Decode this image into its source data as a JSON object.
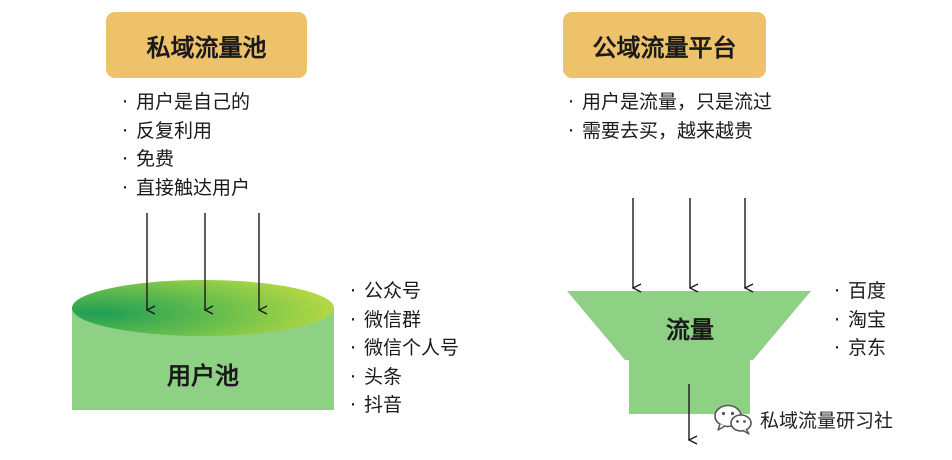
{
  "private_pool": {
    "title": "私域流量池",
    "bullet_marker": "·",
    "features": [
      "用户是自己的",
      "反复利用",
      "免费",
      "直接触达用户"
    ],
    "pool_label": "用户池",
    "channels": [
      "公众号",
      "微信群",
      "微信个人号",
      "头条",
      "抖音"
    ]
  },
  "public_platform": {
    "title": "公域流量平台",
    "bullet_marker": "·",
    "features": [
      "用户是流量，只是流过",
      "需要去买，越来越贵"
    ],
    "funnel_label": "流量",
    "channels": [
      "百度",
      "淘宝",
      "京东"
    ]
  },
  "watermark": {
    "text": "私域流量研习社",
    "icon": "wechat-icon"
  },
  "colors": {
    "title_box": "#eec26a",
    "pool_body": "#8ed084",
    "pool_top_dark": "#2ea651",
    "pool_top_light": "#a8d64b",
    "funnel": "#8ed084",
    "arrow": "#1a1a1a"
  }
}
